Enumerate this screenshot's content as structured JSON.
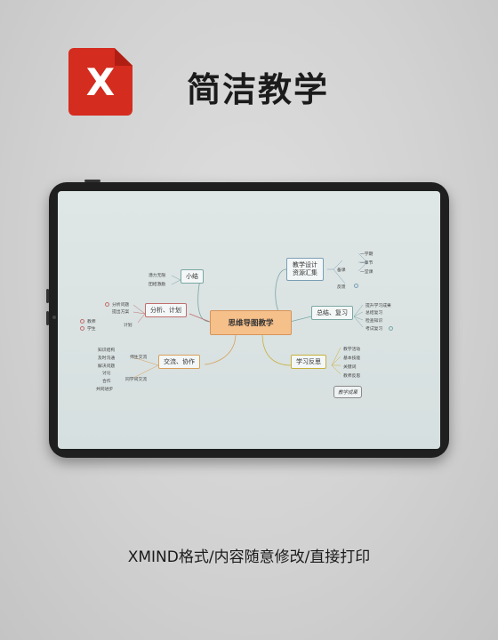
{
  "header": {
    "app_icon_glyph": "X",
    "title": "简洁教学"
  },
  "mindmap": {
    "central": "思维导图教学",
    "branches": {
      "xiaojie": "小结",
      "fenxi": "分析、计划",
      "jiaoliu": "交流、协作",
      "jiaoxue": "教学设计\n资源汇集",
      "zongjie": "总结、复习",
      "xuexi": "学习反思"
    },
    "leaves": {
      "xiaojie": [
        "潜力无限",
        "团结激励"
      ],
      "fenxi_sub": [
        "分析问题",
        "提出方案"
      ],
      "fenxi_sub2": [
        "教师",
        "学生"
      ],
      "fenxi_plan": "计划",
      "jiaoliu_sub1": "师生交流",
      "jiaoliu_sub1_items": [
        "知识结构",
        "及时沟通",
        "解决问题"
      ],
      "jiaoliu_sub2": "同学间交流",
      "jiaoliu_sub2_items": [
        "讨论",
        "合作",
        "共同进步"
      ],
      "jiaoxue_sub": [
        "备课",
        "反馈"
      ],
      "jiaoxue_items": [
        "一学期",
        "一章节",
        "一堂课"
      ],
      "zongjie_items": [
        "提升学习成果",
        "总结复习",
        "检查知识",
        "考试复习"
      ],
      "xuexi_items": [
        "教学活动",
        "基本技能",
        "关键词",
        "教师反思"
      ]
    },
    "callout": "教学成果"
  },
  "footer": {
    "caption": "XMIND格式/内容随意修改/直接打印"
  },
  "colors": {
    "icon_red": "#d42c1f",
    "central_fill": "#f6c08a",
    "screen_bg": "#dfe6e6"
  }
}
